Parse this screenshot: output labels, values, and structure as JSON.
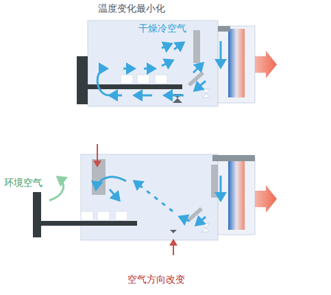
{
  "diagram": {
    "title": "温度变化最小化",
    "labels": [
      "干燥冷空气",
      "环境空气",
      "空气方向改变"
    ]
  }
}
